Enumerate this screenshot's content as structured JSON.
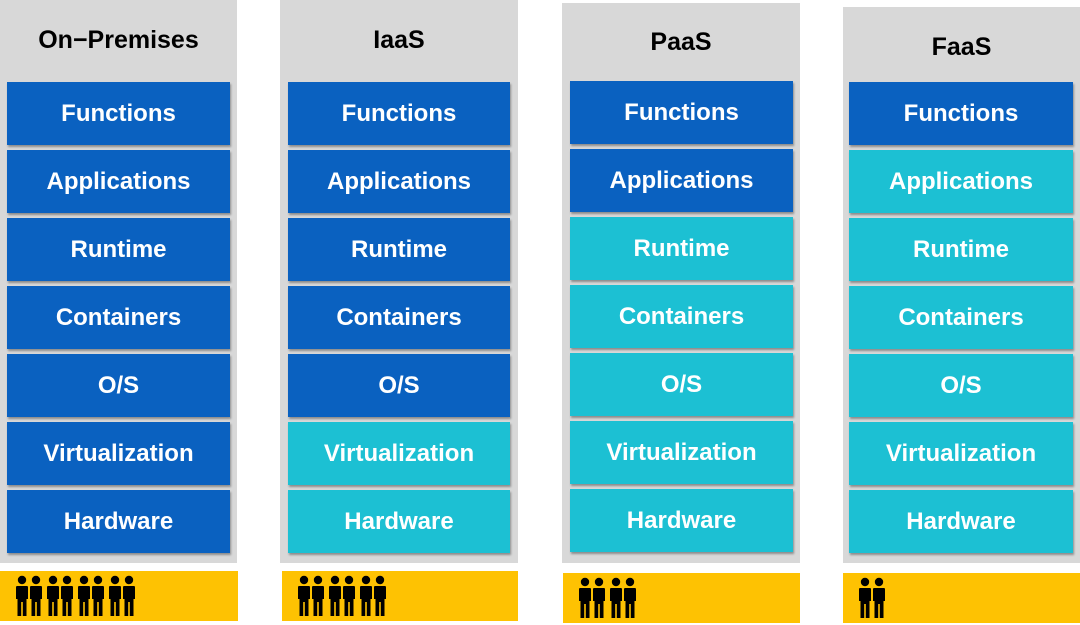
{
  "colors": {
    "user_managed": "#0a61c0",
    "vendor_managed": "#1cc0d3",
    "panel": "#d8d8d8",
    "people_bar": "#fec202",
    "person_icon": "#000000"
  },
  "icon": "person-icon",
  "columns": [
    {
      "title": "On−Premises",
      "layers": [
        {
          "label": "Functions",
          "managed_by": "user"
        },
        {
          "label": "Applications",
          "managed_by": "user"
        },
        {
          "label": "Runtime",
          "managed_by": "user"
        },
        {
          "label": "Containers",
          "managed_by": "user"
        },
        {
          "label": "O/S",
          "managed_by": "user"
        },
        {
          "label": "Virtualization",
          "managed_by": "user"
        },
        {
          "label": "Hardware",
          "managed_by": "user"
        }
      ],
      "people_count": 8
    },
    {
      "title": "IaaS",
      "layers": [
        {
          "label": "Functions",
          "managed_by": "user"
        },
        {
          "label": "Applications",
          "managed_by": "user"
        },
        {
          "label": "Runtime",
          "managed_by": "user"
        },
        {
          "label": "Containers",
          "managed_by": "user"
        },
        {
          "label": "O/S",
          "managed_by": "user"
        },
        {
          "label": "Virtualization",
          "managed_by": "vendor"
        },
        {
          "label": "Hardware",
          "managed_by": "vendor"
        }
      ],
      "people_count": 6
    },
    {
      "title": "PaaS",
      "layers": [
        {
          "label": "Functions",
          "managed_by": "user"
        },
        {
          "label": "Applications",
          "managed_by": "user"
        },
        {
          "label": "Runtime",
          "managed_by": "vendor"
        },
        {
          "label": "Containers",
          "managed_by": "vendor"
        },
        {
          "label": "O/S",
          "managed_by": "vendor"
        },
        {
          "label": "Virtualization",
          "managed_by": "vendor"
        },
        {
          "label": "Hardware",
          "managed_by": "vendor"
        }
      ],
      "people_count": 4
    },
    {
      "title": "FaaS",
      "layers": [
        {
          "label": "Functions",
          "managed_by": "user"
        },
        {
          "label": "Applications",
          "managed_by": "vendor"
        },
        {
          "label": "Runtime",
          "managed_by": "vendor"
        },
        {
          "label": "Containers",
          "managed_by": "vendor"
        },
        {
          "label": "O/S",
          "managed_by": "vendor"
        },
        {
          "label": "Virtualization",
          "managed_by": "vendor"
        },
        {
          "label": "Hardware",
          "managed_by": "vendor"
        }
      ],
      "people_count": 2
    }
  ]
}
